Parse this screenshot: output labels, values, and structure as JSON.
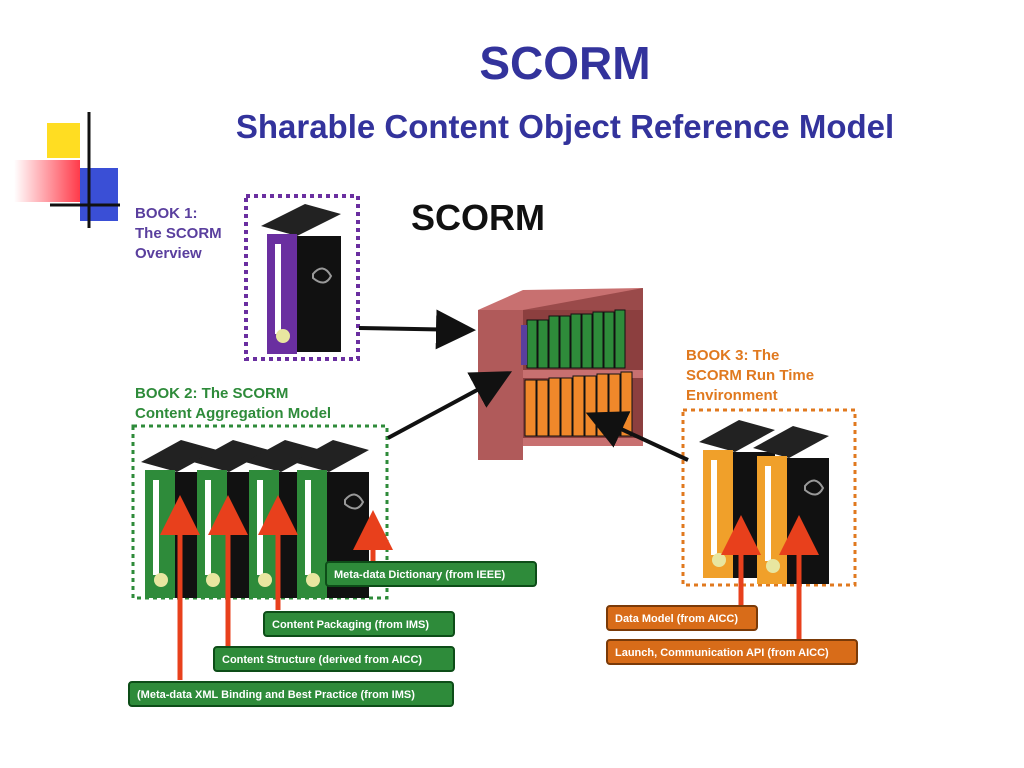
{
  "slide": {
    "title": "SCORM",
    "subtitle": "Sharable Content Object Reference Model"
  },
  "diagram": {
    "heading": "SCORM",
    "book1": {
      "line1": "BOOK 1:",
      "line2": "The SCORM",
      "line3": "Overview",
      "color": "#5a3f9e"
    },
    "book2": {
      "line1": "BOOK 2:  The SCORM",
      "line2": "Content Aggregation Model",
      "color": "#2e8b3a"
    },
    "book3": {
      "line1": "BOOK 3:  The",
      "line2": "SCORM Run Time",
      "line3": "Environment",
      "color": "#e0791f"
    },
    "green_boxes": [
      "Meta-data Dictionary (from IEEE)",
      "Content Packaging (from IMS)",
      "Content Structure (derived from AICC)",
      "(Meta-data XML Binding and Best Practice (from IMS)"
    ],
    "orange_boxes": [
      "Data Model (from AICC)",
      "Launch, Communication API (from AICC)"
    ],
    "colors": {
      "title": "#33339c",
      "green": "#2e8b3a",
      "orange": "#d86c19",
      "arrow": "#e8401c",
      "shelf": "#b05a5a"
    }
  }
}
